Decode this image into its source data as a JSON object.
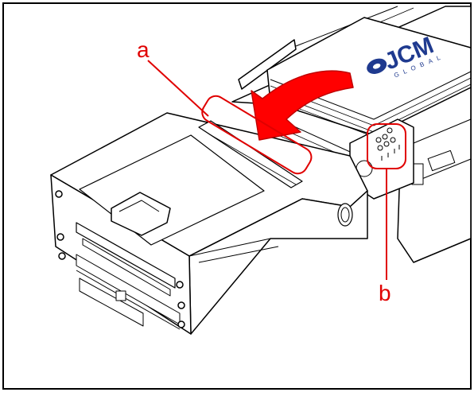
{
  "figure": {
    "logo_text": "JCM",
    "logo_subtext": "GLOBAL",
    "callouts": [
      {
        "id": "a",
        "label": "a"
      },
      {
        "id": "b",
        "label": "b"
      }
    ],
    "colors": {
      "callout": "#e00000",
      "arrow": "#ff0000",
      "logo": "#1f3a8f",
      "frame": "#000000"
    },
    "icons": [
      "insertion-arrow-icon",
      "jcm-logo-icon"
    ]
  }
}
